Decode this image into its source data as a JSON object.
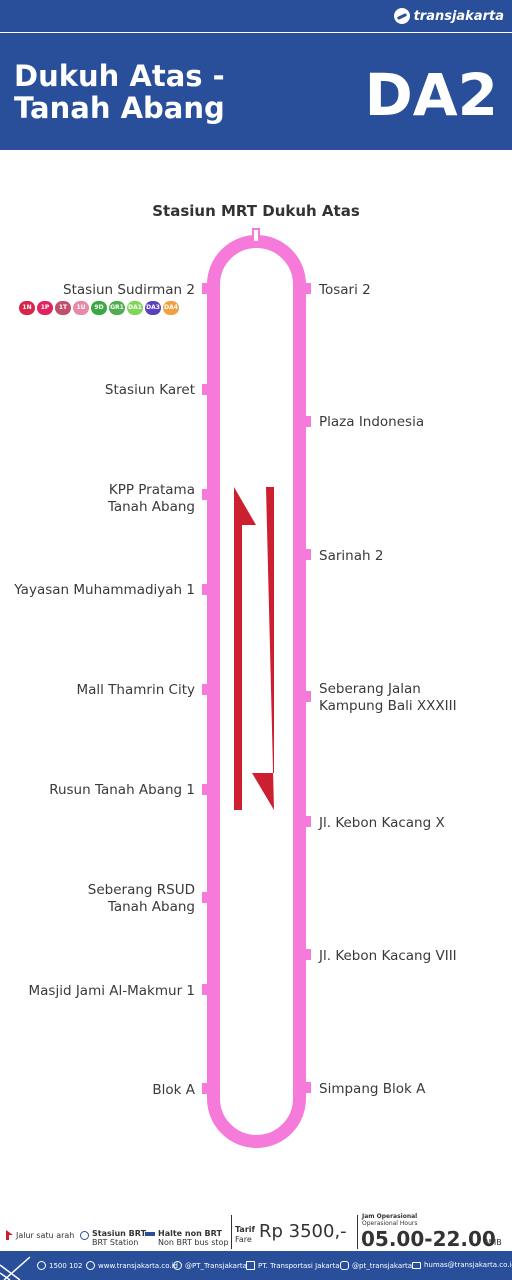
{
  "header": {
    "brand": "transjakarta",
    "route_name_line1": "Dukuh Atas -",
    "route_name_line2": "Tanah Abang",
    "route_code": "DA2"
  },
  "terminal": "Stasiun MRT Dukuh Atas",
  "left_stops": [
    {
      "line1": "Stasiun Sudirman 2",
      "line2": ""
    },
    {
      "line1": "Stasiun Karet",
      "line2": ""
    },
    {
      "line1": "KPP Pratama",
      "line2": "Tanah Abang"
    },
    {
      "line1": "Yayasan Muhammadiyah 1",
      "line2": ""
    },
    {
      "line1": "Mall Thamrin City",
      "line2": ""
    },
    {
      "line1": "Rusun Tanah Abang 1",
      "line2": ""
    },
    {
      "line1": "Seberang RSUD",
      "line2": "Tanah Abang"
    },
    {
      "line1": "Masjid Jami Al-Makmur 1",
      "line2": ""
    },
    {
      "line1": "Blok A",
      "line2": ""
    }
  ],
  "right_stops": [
    {
      "line1": "Tosari 2",
      "line2": ""
    },
    {
      "line1": "Plaza Indonesia",
      "line2": ""
    },
    {
      "line1": "Sarinah 2",
      "line2": ""
    },
    {
      "line1": "Seberang Jalan",
      "line2": "Kampung Bali XXXIII"
    },
    {
      "line1": "Jl. Kebon Kacang X",
      "line2": ""
    },
    {
      "line1": "Jl. Kebon Kacang VIII",
      "line2": ""
    },
    {
      "line1": "Simpang Blok A",
      "line2": ""
    }
  ],
  "transfer_badges": [
    {
      "code": "1N",
      "color": "#d8264a"
    },
    {
      "code": "1P",
      "color": "#e0245e"
    },
    {
      "code": "1T",
      "color": "#c0506a"
    },
    {
      "code": "1U",
      "color": "#e78aa8"
    },
    {
      "code": "9D",
      "color": "#3aa845"
    },
    {
      "code": "GR1",
      "color": "#4cae4c"
    },
    {
      "code": "DA1",
      "color": "#7fd65a"
    },
    {
      "code": "DA3",
      "color": "#5a3fbf"
    },
    {
      "code": "DA4",
      "color": "#f0a040"
    }
  ],
  "legend": {
    "one_way": "Jalur satu arah",
    "brt_station": "Stasiun BRT",
    "brt_station_en": "BRT Station",
    "non_brt": "Halte non BRT",
    "non_brt_en": "Non BRT bus stop",
    "tarif": "Tarif",
    "fare": "Fare",
    "fare_value": "Rp 3500,-",
    "hours_label": "Jam Operasional",
    "hours_label_en": "Operasional Hours",
    "hours_value": "05.00-22.00",
    "hours_unit": "WIB"
  },
  "contacts": {
    "phone": "1500 102",
    "web": "www.transjakarta.co.id",
    "twitter": "@PT_Transjakarta",
    "facebook": "PT. Transportasi Jakarta",
    "instagram": "@pt_transjakarta",
    "email": "humas@transjakarta.co.id"
  },
  "colors": {
    "brand_blue": "#2a4f9a",
    "route_pink": "#f57ad9",
    "arrow_red": "#cc2030"
  }
}
